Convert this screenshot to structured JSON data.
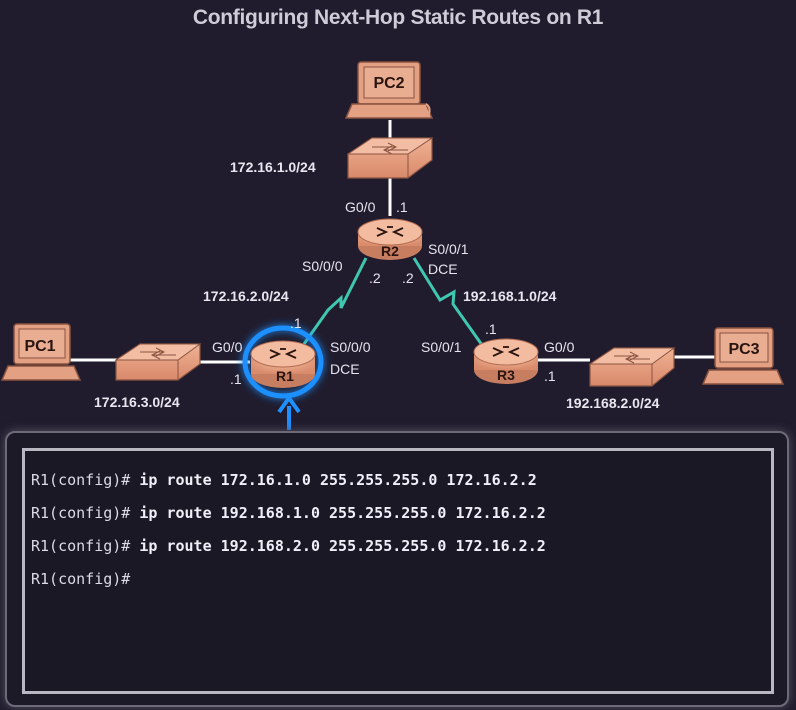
{
  "title": "Configuring Next-Hop Static Routes on R1",
  "devices": {
    "pc1": "PC1",
    "pc2": "PC2",
    "pc3": "PC3",
    "r1": "R1",
    "r2": "R2",
    "r3": "R3"
  },
  "networks": {
    "lan_r2": "172.16.1.0/24",
    "link_r1_r2": "172.16.2.0/24",
    "link_r2_r3": "192.168.1.0/24",
    "lan_r1": "172.16.3.0/24",
    "lan_r3": "192.168.2.0/24"
  },
  "interfaces": {
    "r2_g00": "G0/0",
    "r2_g00_host": ".1",
    "r2_s000": "S0/0/0",
    "r2_s000_host": ".2",
    "r2_s001": "S0/0/1",
    "r2_s001_host": ".2",
    "r2_dce": "DCE",
    "r1_g00": "G0/0",
    "r1_g00_host": ".1",
    "r1_s000": "S0/0/0",
    "r1_s000_host": ".1",
    "r1_dce": "DCE",
    "r3_s001": "S0/0/1",
    "r3_s001_host": ".1",
    "r3_g00": "G0/0",
    "r3_g00_host": ".1"
  },
  "terminal": {
    "lines": [
      {
        "prompt": "R1(config)#",
        "command": "ip route 172.16.1.0 255.255.255.0 172.16.2.2"
      },
      {
        "prompt": "R1(config)#",
        "command": "ip route 192.168.1.0 255.255.255.0 172.16.2.2"
      },
      {
        "prompt": "R1(config)#",
        "command": "ip route 192.168.2.0 255.255.255.0 172.16.2.2"
      },
      {
        "prompt": "R1(config)#",
        "command": ""
      }
    ]
  },
  "colors": {
    "background": "#201c2e",
    "device": "#e8a488",
    "serial_link": "#3fc7b0",
    "ethernet_link": "#ffffff",
    "highlight": "#1e90ff"
  }
}
